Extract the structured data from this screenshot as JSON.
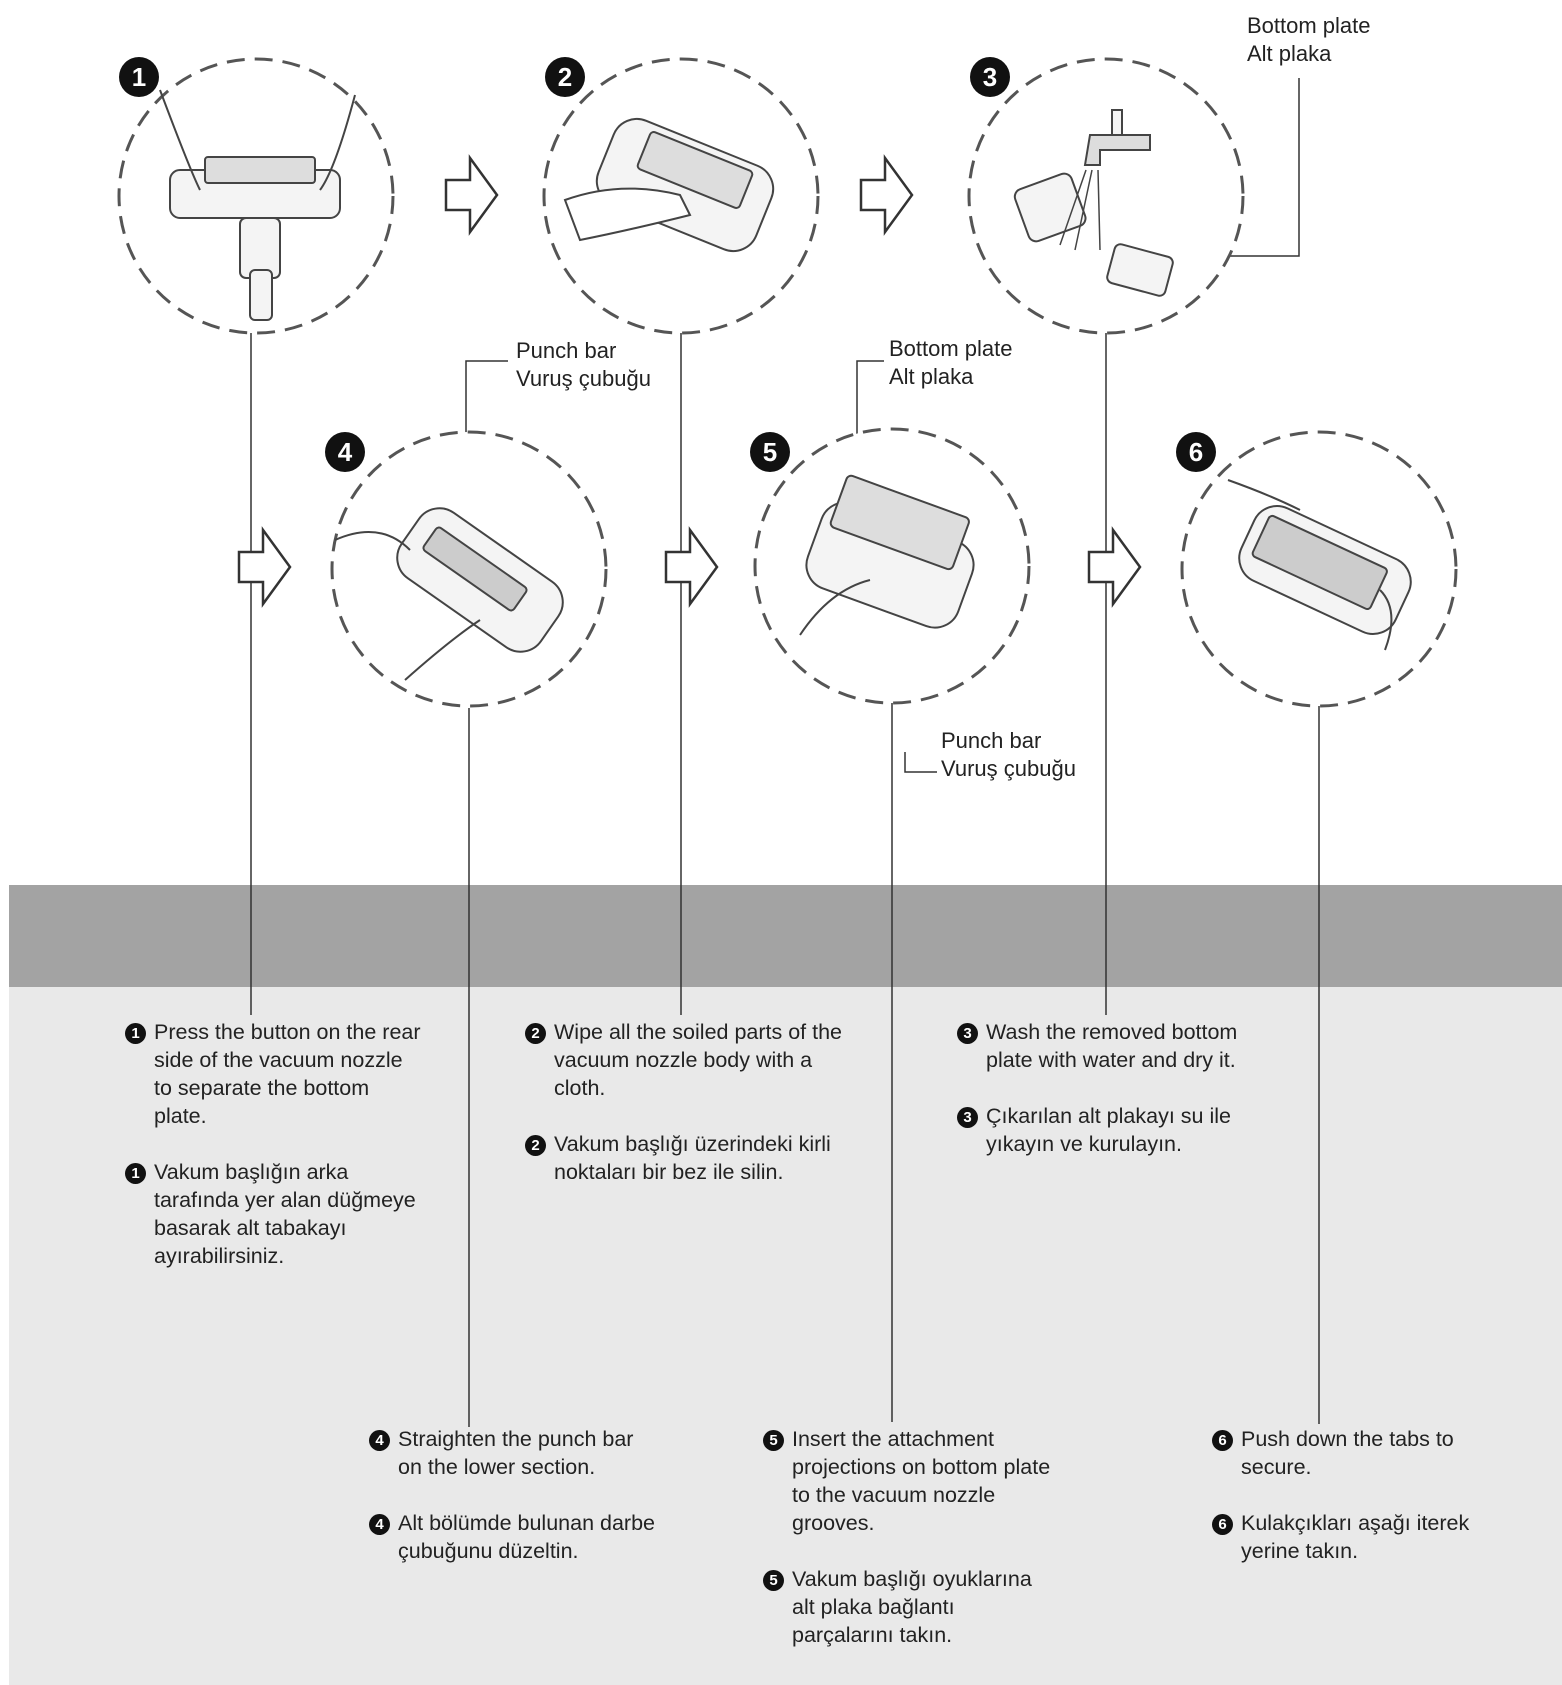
{
  "callouts": {
    "bottom_plate_top": [
      "Bottom plate",
      "Alt plaka"
    ],
    "punch_bar_top": [
      "Punch bar",
      "Vuruş çubuğu"
    ],
    "bottom_plate_mid": [
      "Bottom plate",
      "Alt plaka"
    ],
    "punch_bar_bottom": [
      "Punch bar",
      "Vuruş çubuğu"
    ]
  },
  "steps": [
    {
      "number": "1",
      "en": "Press the button on the rear side of the vacuum nozzle to separate the bottom plate.",
      "tr": "Vakum başlığın arka tarafında yer alan düğmeye basarak alt tabakayı ayırabilirsiniz."
    },
    {
      "number": "2",
      "en": "Wipe all the soiled parts of the vacuum nozzle body with a cloth.",
      "tr": "Vakum başlığı üzerindeki kirli noktaları bir bez ile silin."
    },
    {
      "number": "3",
      "en": "Wash the removed bottom plate with water and dry it.",
      "tr": "Çıkarılan alt plakayı su ile yıkayın ve kurulayın."
    },
    {
      "number": "4",
      "en": "Straighten the punch bar on the lower section.",
      "tr": "Alt bölümde bulunan darbe çubuğunu düzeltin."
    },
    {
      "number": "5",
      "en": "Insert the attachment projections on bottom plate to the vacuum nozzle grooves.",
      "tr": "Vakum başlığı oyuklarına alt plaka bağlantı parçalarını takın."
    },
    {
      "number": "6",
      "en": "Push down the tabs to secure.",
      "tr": "Kulakçıkları aşağı iterek yerine takın."
    }
  ],
  "colors": {
    "band_dark": "#a3a3a3",
    "band_light": "#e9e9e9",
    "ink": "#222222"
  }
}
